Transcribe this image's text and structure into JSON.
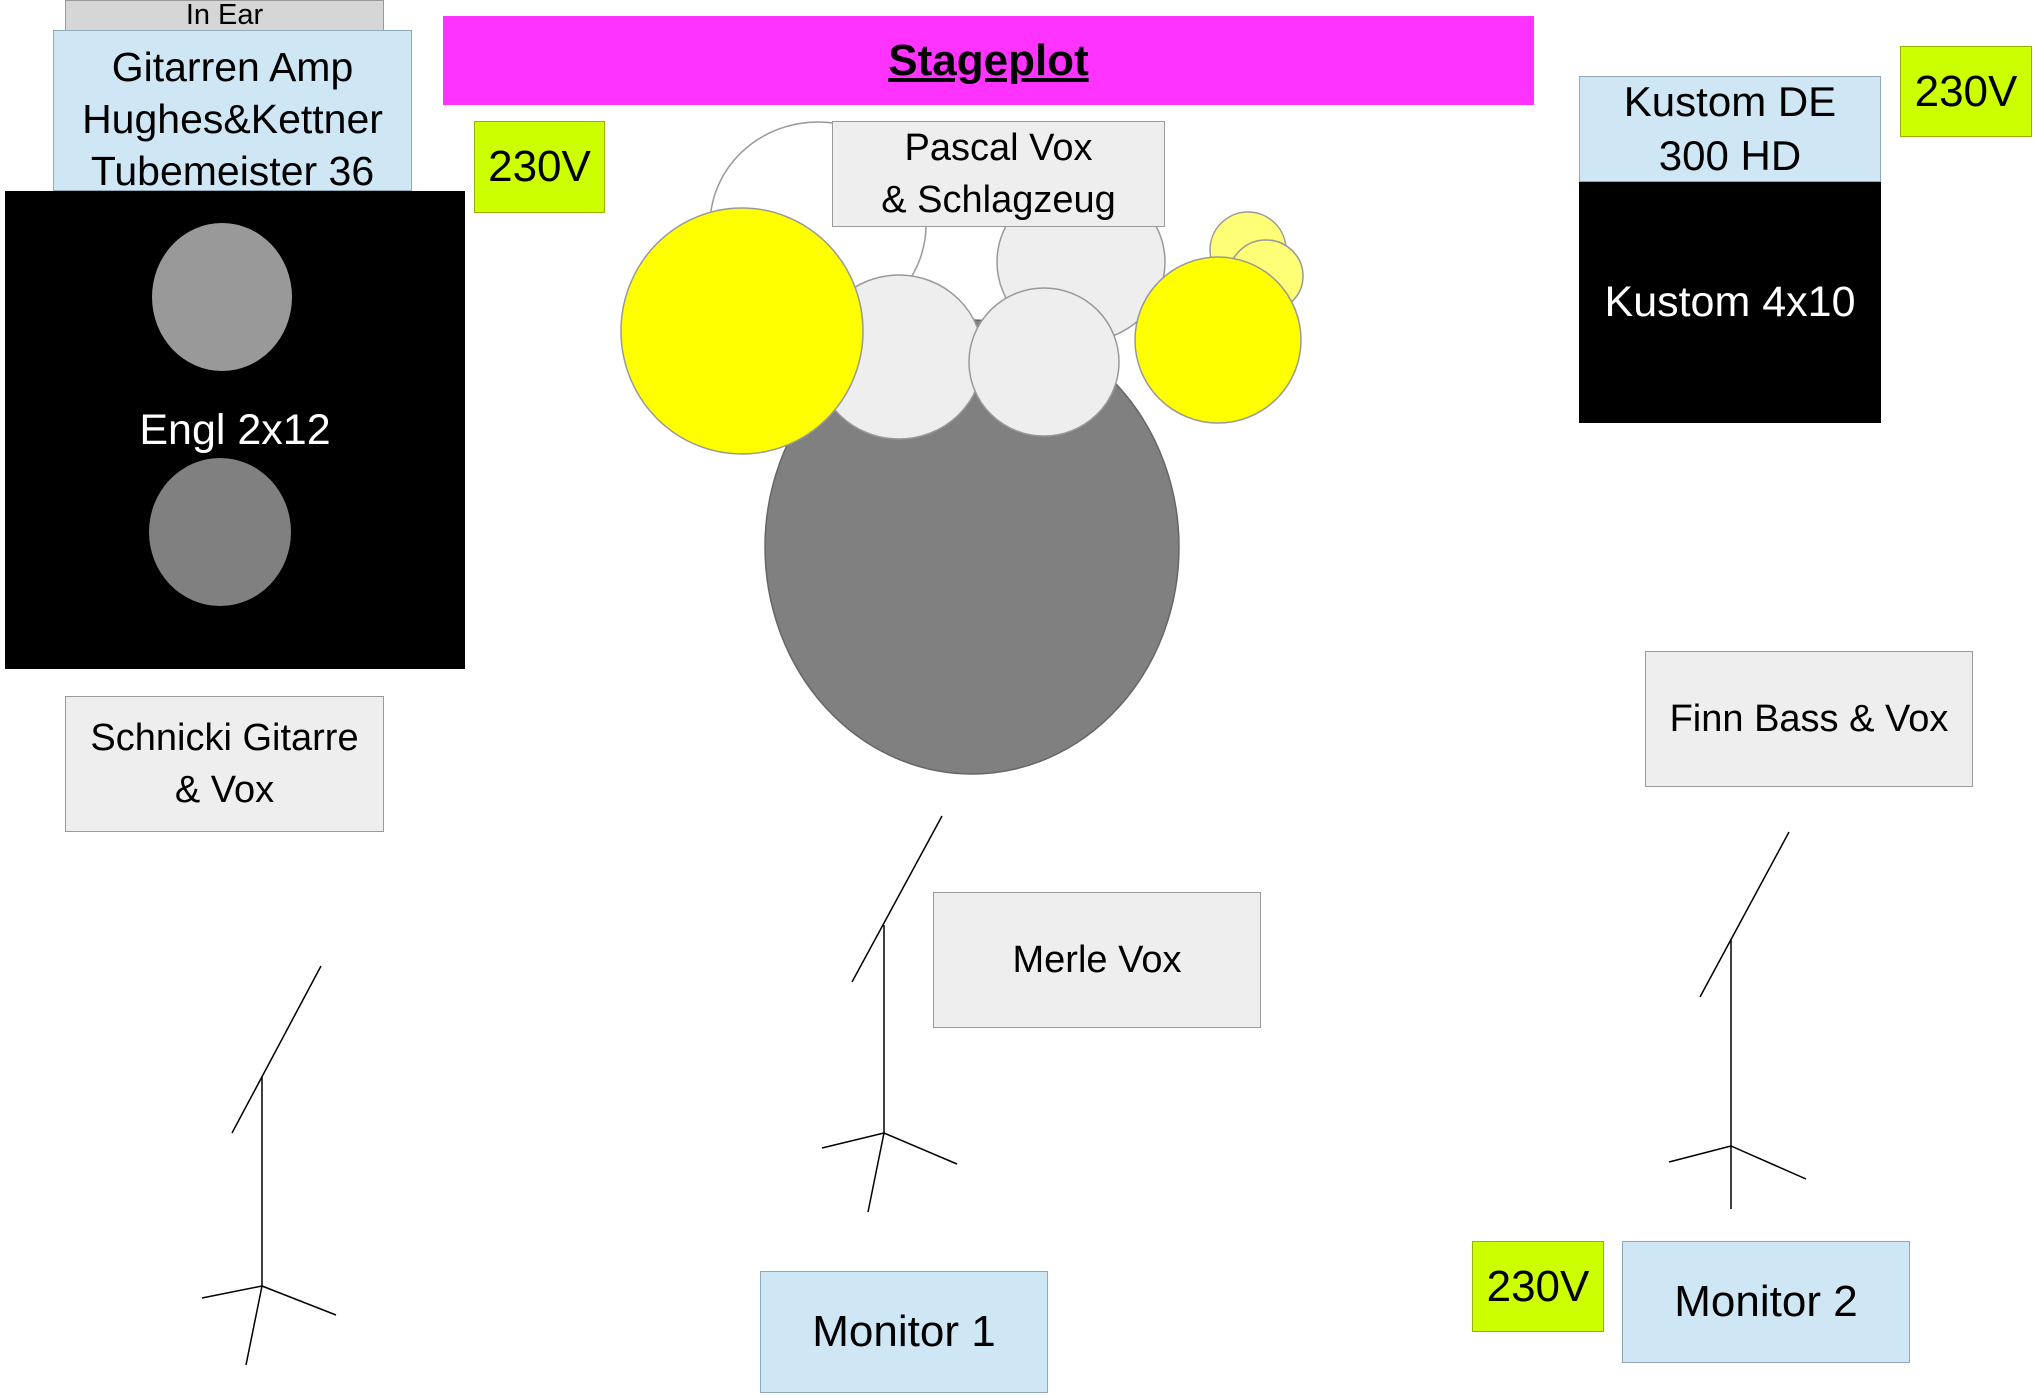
{
  "title": "Stageplot",
  "colors": {
    "title_bg": "#ff33ff",
    "power_bg": "#ccff00",
    "label_bg": "#eeeeee",
    "amp_bg": "#cfe7f5",
    "cabinet_bg": "#000000",
    "cymbal": "#ffff00",
    "drum": "#eeeeee",
    "bass_drum": "#808080",
    "speaker": "#999999"
  },
  "labels": {
    "in_ear": "In Ear",
    "guitar_amp": "Gitarren Amp\nHughes&Kettner\nTubemeister 36",
    "guitar_cab": "Engl 2x12",
    "guitarist": "Schnicki Gitarre\n& Vox",
    "drummer": "Pascal Vox\n& Schlagzeug",
    "singer": "Merle Vox",
    "bass_amp": "Kustom DE\n300 HD",
    "bass_cab": "Kustom 4x10",
    "bassist": "Finn Bass & Vox",
    "monitor_1": "Monitor 1",
    "monitor_2": "Monitor 2"
  },
  "power": [
    "230V",
    "230V",
    "230V"
  ],
  "icons": [
    "drum-kit-icon",
    "mic-stand-icon",
    "speaker-icon"
  ]
}
